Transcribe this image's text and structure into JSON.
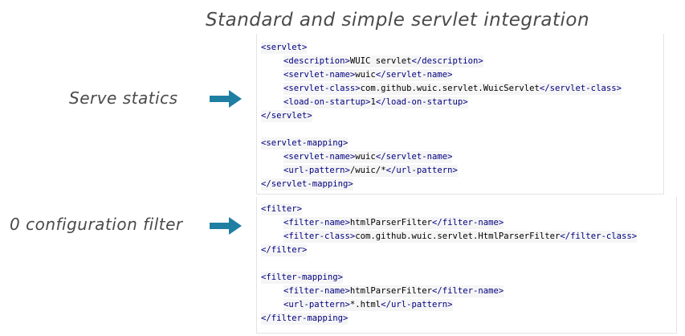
{
  "title": "Standard and simple servlet integration",
  "labels": {
    "serve_statics": "Serve statics",
    "filter_config": "0 configuration filter"
  },
  "colors": {
    "arrow": "#1f7fa3",
    "tag": "#000080",
    "text": "#000000",
    "label": "#4a4a4a"
  },
  "icons": {
    "serve_arrow": "right-arrow-icon",
    "filter_arrow": "right-arrow-icon"
  },
  "servlet_block": {
    "lines": [
      [
        [
          "tag",
          "<servlet>"
        ]
      ],
      [
        [
          "tag",
          "<description>"
        ],
        [
          "txt",
          "WUIC servlet"
        ],
        [
          "tag",
          "</description>"
        ]
      ],
      [
        [
          "tag",
          "<servlet-name>"
        ],
        [
          "txt",
          "wuic"
        ],
        [
          "tag",
          "</servlet-name>"
        ]
      ],
      [
        [
          "tag",
          "<servlet-class>"
        ],
        [
          "txt",
          "com.github.wuic.servlet.WuicServlet"
        ],
        [
          "tag",
          "</servlet-class>"
        ]
      ],
      [
        [
          "tag",
          "<load-on-startup>"
        ],
        [
          "txt",
          "1"
        ],
        [
          "tag",
          "</load-on-startup>"
        ]
      ],
      [
        [
          "tag",
          "</servlet>"
        ]
      ],
      [
        [
          "tag",
          "<servlet-mapping>"
        ]
      ],
      [
        [
          "tag",
          "<servlet-name>"
        ],
        [
          "txt",
          "wuic"
        ],
        [
          "tag",
          "</servlet-name>"
        ]
      ],
      [
        [
          "tag",
          "<url-pattern>"
        ],
        [
          "txt",
          "/wuic/*"
        ],
        [
          "tag",
          "</url-pattern>"
        ]
      ],
      [
        [
          "tag",
          "</servlet-mapping>"
        ]
      ]
    ]
  },
  "filter_block": {
    "lines": [
      [
        [
          "tag",
          "<filter>"
        ]
      ],
      [
        [
          "tag",
          "<filter-name>"
        ],
        [
          "txt",
          "htmlParserFilter"
        ],
        [
          "tag",
          "</filter-name>"
        ]
      ],
      [
        [
          "tag",
          "<filter-class>"
        ],
        [
          "txt",
          "com.github.wuic.servlet.HtmlParserFilter"
        ],
        [
          "tag",
          "</filter-class>"
        ]
      ],
      [
        [
          "tag",
          "</filter>"
        ]
      ],
      [
        [
          "tag",
          "<filter-mapping>"
        ]
      ],
      [
        [
          "tag",
          "<filter-name>"
        ],
        [
          "txt",
          "htmlParserFilter"
        ],
        [
          "tag",
          "</filter-name>"
        ]
      ],
      [
        [
          "tag",
          "<url-pattern>"
        ],
        [
          "txt",
          "*.html"
        ],
        [
          "tag",
          "</url-pattern>"
        ]
      ],
      [
        [
          "tag",
          "</filter-mapping>"
        ]
      ]
    ]
  }
}
